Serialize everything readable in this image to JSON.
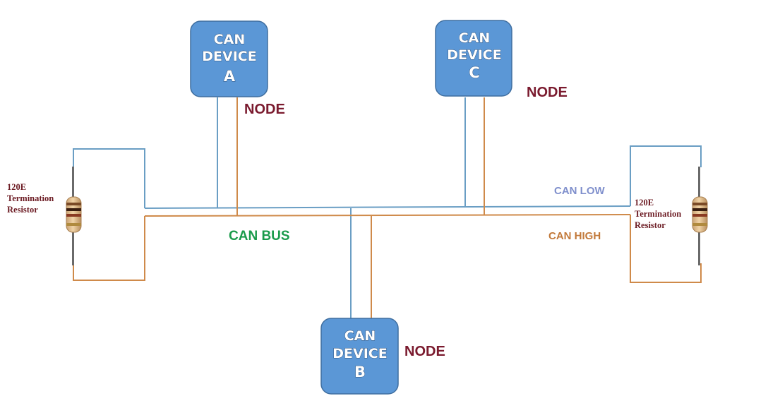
{
  "devices": {
    "a": {
      "line1": "CAN",
      "line2": "DEVICE",
      "line3": "A"
    },
    "b": {
      "line1": "CAN",
      "line2": "DEVICE",
      "line3": "B"
    },
    "c": {
      "line1": "CAN",
      "line2": "DEVICE",
      "line3": "C"
    }
  },
  "node_labels": {
    "a": "NODE",
    "b": "NODE",
    "c": "NODE"
  },
  "bus_label": "CAN BUS",
  "can_low_label": "CAN LOW",
  "can_high_label": "CAN HIGH",
  "resistors": {
    "left": {
      "line1": "120E",
      "line2": "Termination",
      "line3": "Resistor"
    },
    "right": {
      "line1": "120E",
      "line2": "Termination",
      "line3": "Resistor"
    }
  },
  "colors": {
    "device_fill": "#5b97d6",
    "device_border": "#3f6e9f",
    "can_low_wire": "#6a9ec4",
    "can_high_wire": "#cf8a4a",
    "node_label": "#7a1a2e",
    "bus_label": "#1a9b4b",
    "can_low_label": "#7f8fcc",
    "can_high_label": "#c2793a",
    "resistor_label": "#6b1a22"
  }
}
